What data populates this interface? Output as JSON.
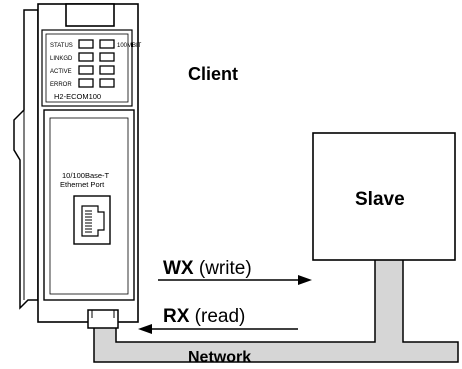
{
  "module": {
    "leds_left": [
      "STATUS",
      "LINKGD",
      "ACTIVE",
      "ERROR"
    ],
    "led_right": "100MBIT",
    "model": "H2-ECOM100",
    "port_label_line1": "10/100Base-T",
    "port_label_line2": "Ethernet  Port"
  },
  "client_label": "Client",
  "slave_label": "Slave",
  "write_arrow": {
    "key": "WX",
    "text": " (write)"
  },
  "read_arrow": {
    "key": "RX",
    "text": " (read)"
  },
  "network_label": "Network",
  "colors": {
    "line": "#000000",
    "network_bar": "#d6d6d6",
    "background": "#ffffff"
  }
}
